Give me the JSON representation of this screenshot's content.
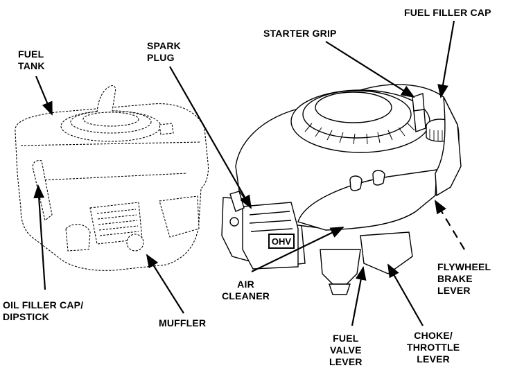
{
  "labels": {
    "fuel_tank": [
      "FUEL",
      "TANK"
    ],
    "spark_plug": [
      "SPARK",
      "PLUG"
    ],
    "starter_grip": [
      "STARTER GRIP"
    ],
    "fuel_filler_cap": [
      "FUEL FILLER CAP"
    ],
    "oil_filler_cap": [
      "OIL FILLER CAP/",
      "DIPSTICK"
    ],
    "muffler": [
      "MUFFLER"
    ],
    "air_cleaner": [
      "AIR",
      "CLEANER"
    ],
    "fuel_valve_lever": [
      "FUEL",
      "VALVE",
      "LEVER"
    ],
    "choke_throttle_lever": [
      "CHOKE/",
      "THROTTLE",
      "LEVER"
    ],
    "flywheel_brake_lever": [
      "FLYWHEEL",
      "BRAKE",
      "LEVER"
    ]
  },
  "engine_badge": "OHV",
  "colors": {
    "ink": "#000000",
    "paper": "#ffffff"
  }
}
